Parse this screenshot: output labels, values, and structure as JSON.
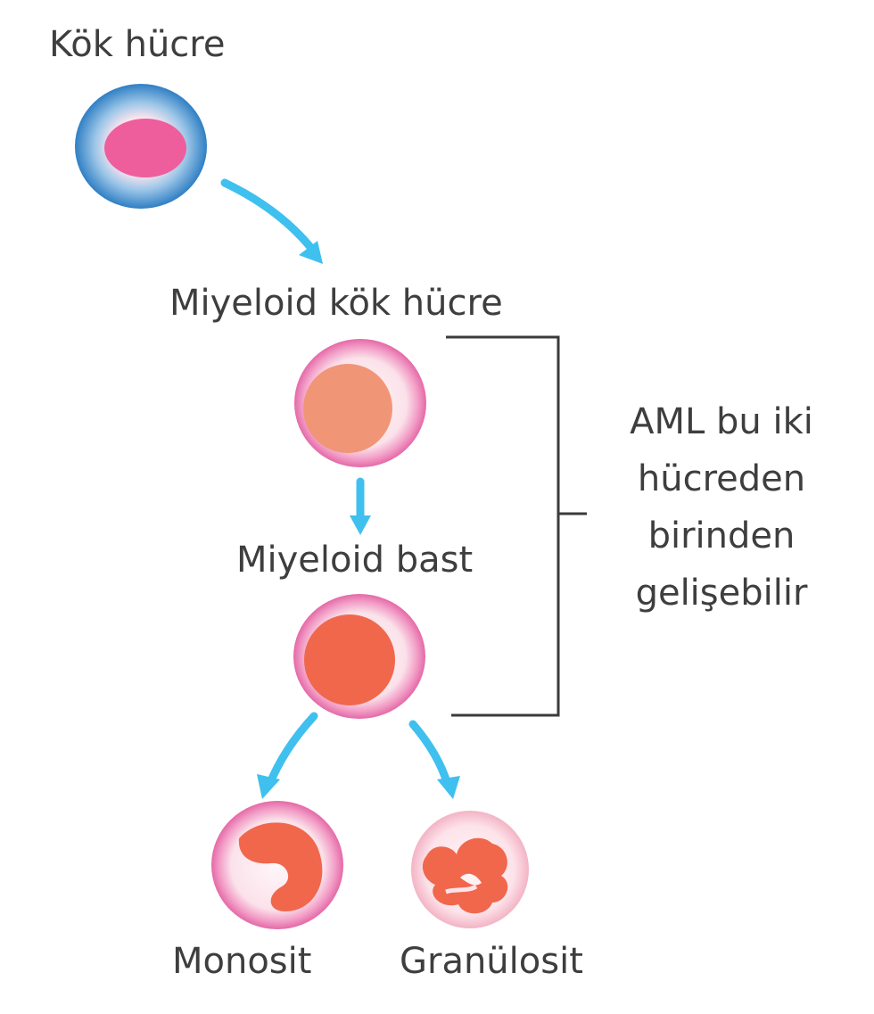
{
  "labels": {
    "stem_cell": "Kök hücre",
    "myeloid_stem_cell": "Miyeloid kök hücre",
    "myeloid_blast": "Miyeloid bast",
    "monocyte": "Monosit",
    "granulocyte": "Granülosit"
  },
  "note": {
    "lines": [
      "AML bu iki",
      "hücreden",
      "birinden",
      "gelişebilir"
    ]
  },
  "colors": {
    "arrow": "#3fc0ef",
    "bracket": "#3b3b3b",
    "stem_outer": "#2f7fc4",
    "stem_nucleus": "#ee5e9c",
    "cell_rim": "#e469a7",
    "cell_cytoplasm": "#fbe2ea",
    "myeloid_nucleus": "#f19577",
    "blast_nucleus": "#f0674c",
    "granulocyte_rim": "#f3b4c5",
    "text": "#3e3e3e"
  }
}
